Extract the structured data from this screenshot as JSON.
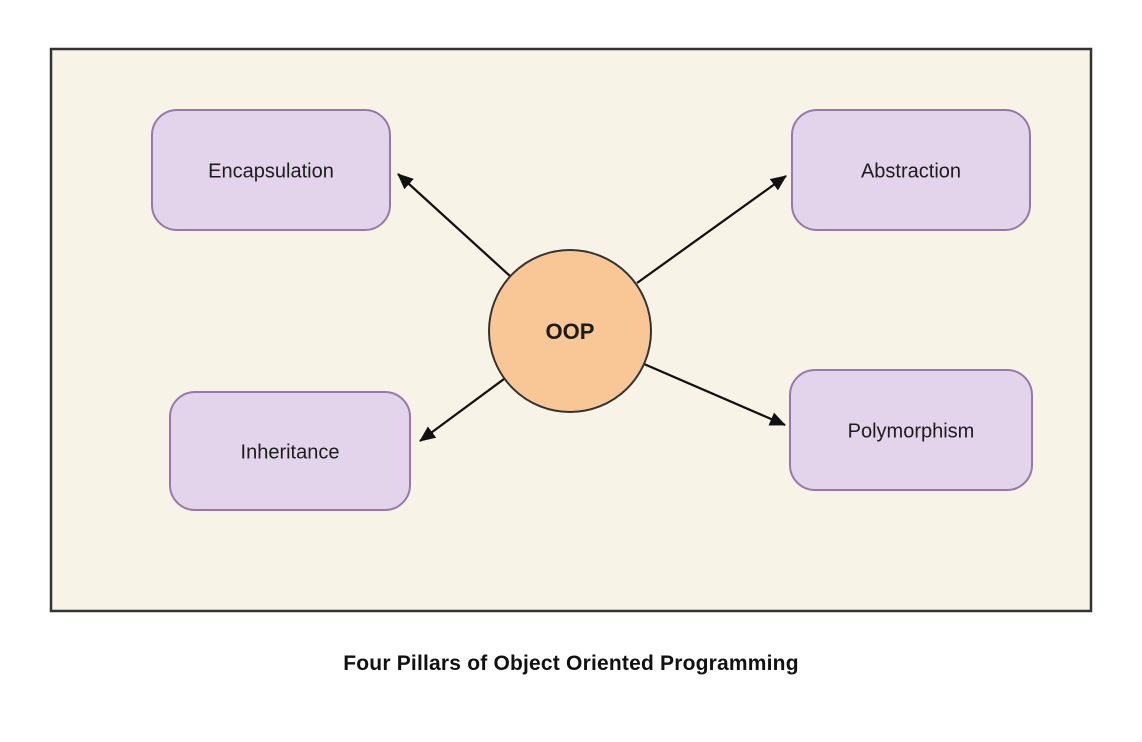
{
  "diagram": {
    "center": {
      "label": "OOP"
    },
    "nodes": [
      {
        "id": "encapsulation",
        "label": "Encapsulation"
      },
      {
        "id": "abstraction",
        "label": "Abstraction"
      },
      {
        "id": "inheritance",
        "label": "Inheritance"
      },
      {
        "id": "polymorphism",
        "label": "Polymorphism"
      }
    ],
    "caption": "Four Pillars of Object Oriented Programming"
  },
  "colors": {
    "page_bg": "#ffffff",
    "canvas_bg": "#F7F3E7",
    "frame_border": "#333333",
    "node_fill": "#E3D4EC",
    "node_border": "#9878AC",
    "center_fill": "#F9C795",
    "center_border": "#333333",
    "arrow": "#111111",
    "text": "#1C1C1C"
  }
}
